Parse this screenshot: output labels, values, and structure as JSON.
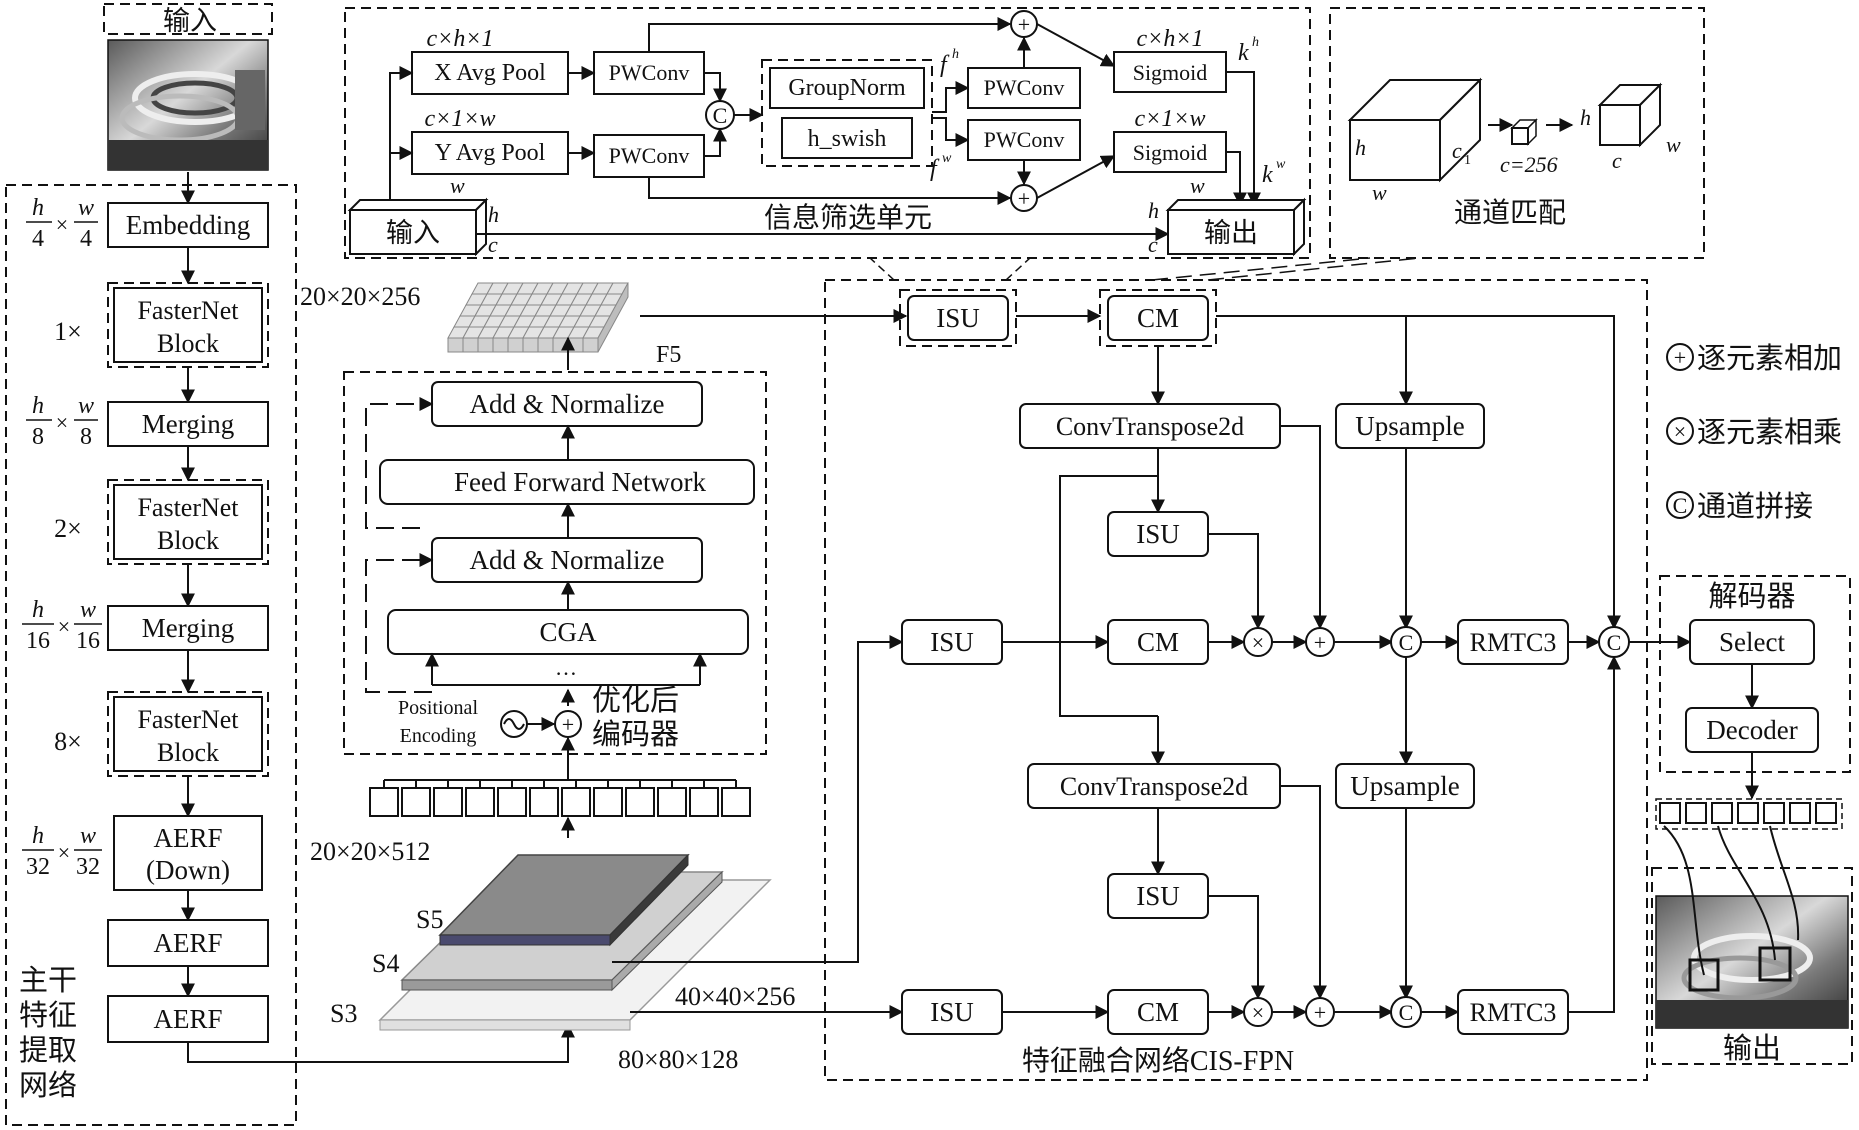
{
  "backbone": {
    "input_label": "输入",
    "title_lines": [
      "主干",
      "特征",
      "提取",
      "网络"
    ],
    "embedding": "Embedding",
    "scale1": {
      "n1": "h",
      "d1": "4",
      "n2": "w",
      "d2": "4"
    },
    "rep1": "1×",
    "fasternet_line1": "FasterNet",
    "fasternet_line2": "Block",
    "merging": "Merging",
    "scale2": {
      "n1": "h",
      "d1": "8",
      "n2": "w",
      "d2": "8"
    },
    "rep2": "2×",
    "scale3": {
      "n1": "h",
      "d1": "16",
      "n2": "w",
      "d2": "16"
    },
    "rep3": "8×",
    "scale4": {
      "n1": "h",
      "d1": "32",
      "n2": "w",
      "d2": "32"
    },
    "aerf_down_line1": "AERF",
    "aerf_down_line2": "(Down)",
    "aerf": "AERF"
  },
  "isu_detail": {
    "x_pool": "X Avg Pool",
    "y_pool": "Y Avg Pool",
    "x_dim": "c×h×1",
    "y_dim": "c×1×w",
    "pwconv": "PWConv",
    "groupnorm": "GroupNorm",
    "hswish": "h_swish",
    "concat_symbol": "C",
    "fh": "f",
    "fh_sup": "h",
    "fw": "f",
    "fw_sup": "w",
    "sigmoid": "Sigmoid",
    "kh": "k",
    "kh_sup": "h",
    "kw": "k",
    "kw_sup": "w",
    "input": "输入",
    "output": "输出",
    "caption": "信息筛选单元",
    "h": "h",
    "w": "w",
    "c": "c",
    "plus": "+"
  },
  "channel_match": {
    "caption": "通道匹配",
    "h": "h",
    "w": "w",
    "c1": "c",
    "c1_sub": "1",
    "c256": "c=256",
    "c": "c"
  },
  "encoder": {
    "f5_dim": "20×20×256",
    "f5": "F5",
    "add_norm": "Add & Normalize",
    "ffn": "Feed Forward Network",
    "cga": "CGA",
    "dots": "…",
    "pos_line1": "Positional",
    "pos_line2": "Encoding",
    "caption_line1": "优化后",
    "caption_line2": "编码器",
    "tokens": 12
  },
  "features": {
    "s5": "S5",
    "s4": "S4",
    "s3": "S3",
    "s5_dim": "20×20×512",
    "s4_dim": "40×40×256",
    "s3_dim": "80×80×128"
  },
  "fpn": {
    "isu": "ISU",
    "cm": "CM",
    "convt": "ConvTranspose2d",
    "upsample": "Upsample",
    "rmtc3": "RMTC3",
    "times": "×",
    "plus": "+",
    "concat": "C",
    "caption": "特征融合网络CIS-FPN"
  },
  "legend": {
    "add_symbol": "+",
    "add_text": "逐元素相加",
    "mul_symbol": "×",
    "mul_text": "逐元素相乘",
    "concat_symbol": "C",
    "concat_text": "通道拼接"
  },
  "decoder": {
    "title": "解码器",
    "select": "Select",
    "decoder": "Decoder",
    "output": "输出",
    "tokens": 7
  }
}
